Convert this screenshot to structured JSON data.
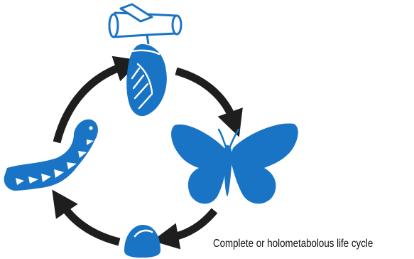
{
  "caption": "Complete or holometabolous life cycle",
  "colors": {
    "stage_fill": "#1a74c6",
    "stage_highlight": "#ffffff",
    "arrow": "#1e1e1e",
    "branch_fill": "#ffffff",
    "branch_stroke": "#1a74c6"
  },
  "stages": [
    {
      "name": "pupa",
      "icon": "chrysalis-icon"
    },
    {
      "name": "adult",
      "icon": "butterfly-icon"
    },
    {
      "name": "egg",
      "icon": "egg-icon"
    },
    {
      "name": "larva",
      "icon": "caterpillar-icon"
    }
  ]
}
